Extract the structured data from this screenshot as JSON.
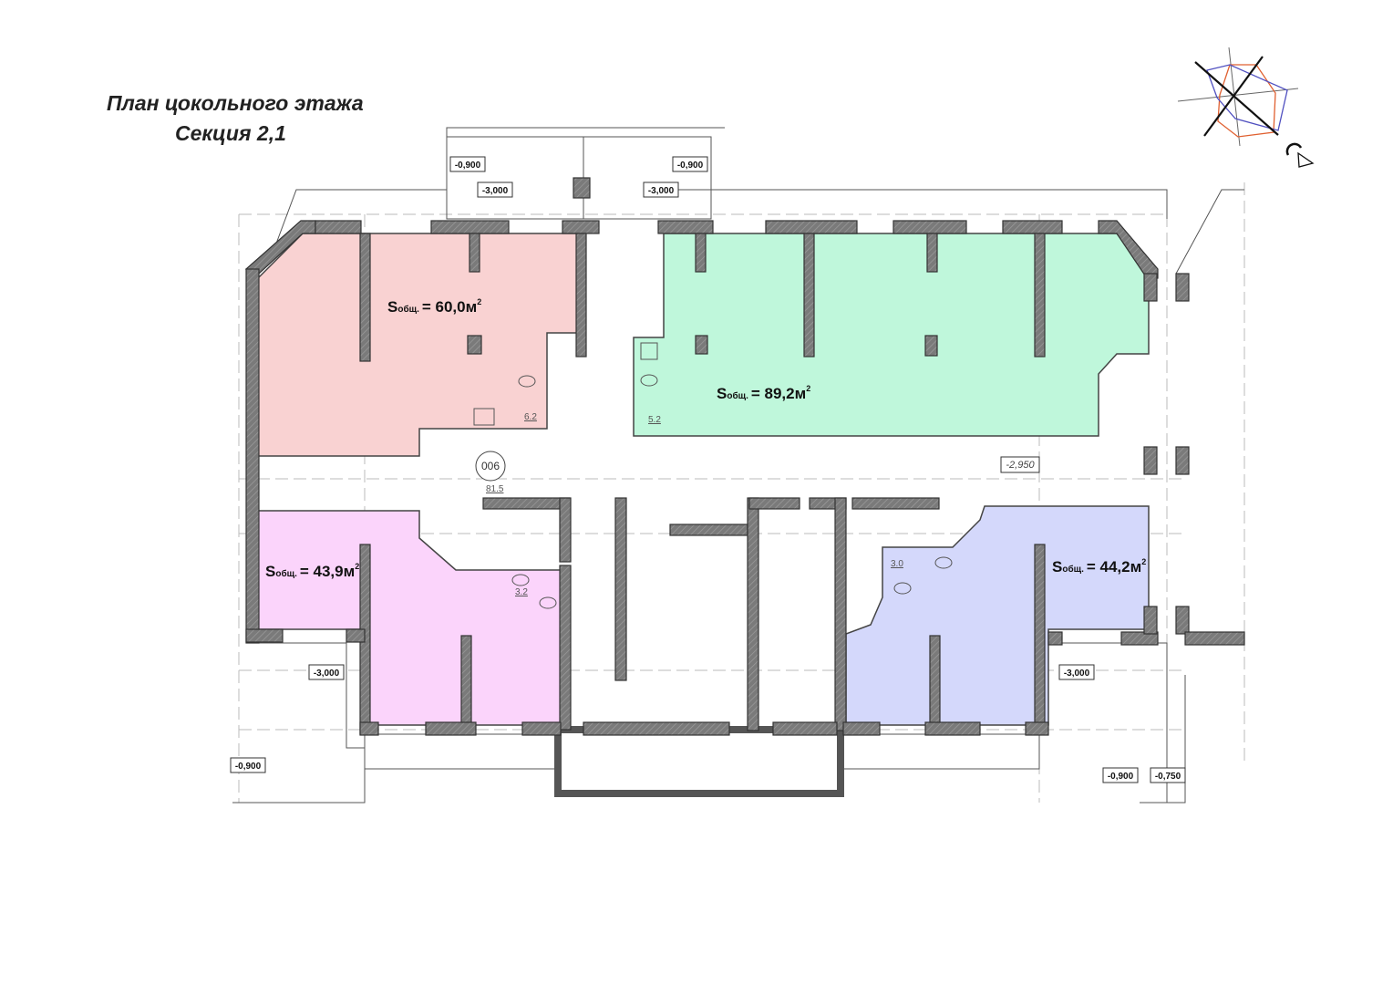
{
  "title": {
    "line1": "План цокольного этажа",
    "line2": "Секция 2,1"
  },
  "colors": {
    "unit_1": "#f9d2d2",
    "unit_2": "#bff7db",
    "unit_3": "#fbd4fb",
    "unit_4": "#d4d8fb",
    "wall": "#7a7a7a"
  },
  "units": [
    {
      "prefix": "S",
      "sub": "общ.",
      "value": "= 60,0м",
      "sup": "2",
      "bath_area": "6.2"
    },
    {
      "prefix": "S",
      "sub": "общ.",
      "value": "= 89,2м",
      "sup": "2",
      "bath_area": "5.2"
    },
    {
      "prefix": "S",
      "sub": "общ.",
      "value": "= 43,9м",
      "sup": "2",
      "bath_area": "3.2"
    },
    {
      "prefix": "S",
      "sub": "общ.",
      "value": "= 44,2м",
      "sup": "2",
      "bath_area": "3.0"
    }
  ],
  "corridor": {
    "number": "006",
    "area": "81.5",
    "level": "-2,950"
  },
  "levels": {
    "top_left_outer": "-0,900",
    "top_right_outer": "-0,900",
    "top_left_pit": "-3,000",
    "top_right_pit": "-3,000",
    "bottom_left_pit": "-3,000",
    "bottom_right_pit": "-3,000",
    "bottom_left_outer": "-0,900",
    "bottom_right_outer": "-0,900",
    "bottom_right_ramp": "-0,750"
  },
  "compass": {
    "icon": "wind-rose-compass-icon"
  }
}
